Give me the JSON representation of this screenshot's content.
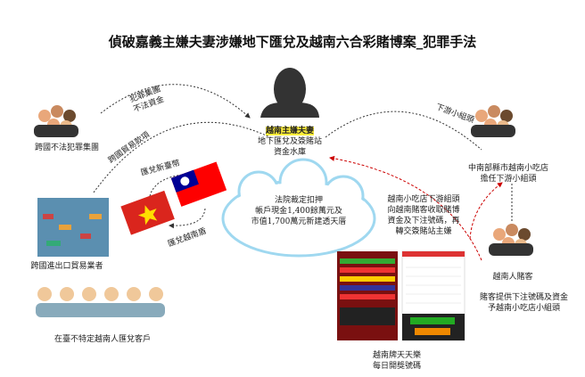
{
  "title": "偵破嘉義主嫌夫妻涉嫌地下匯兌及越南六合彩賭博案_犯罪手法",
  "center": {
    "line1": "越南主嫌夫妻",
    "line2": "地下匯兌及簽賭站",
    "line3": "資金水庫"
  },
  "cloud": {
    "line1": "法院裁定扣押",
    "line2": "帳戶現金1,400餘萬元及",
    "line3": "市值1,700萬元新建透天厝"
  },
  "groups": {
    "crime": "跨國不法犯罪集團",
    "trade": "跨國進出口貿易業者",
    "clients": "在臺不特定越南人匯兌客戶",
    "shop": {
      "line1": "中南部縣市越南小吃店",
      "line2": "擔任下游小組頭"
    },
    "gamblers": "越南人賭客",
    "lottery": {
      "line1": "越南牌天天樂",
      "line2": "每日開獎號碼"
    }
  },
  "arrows": {
    "crime_funds": {
      "line1": "犯罪集團",
      "line2": "不法資金"
    },
    "trade_funds": "跨國貿易款項",
    "remit_twd": "匯兌新臺幣",
    "remit_vnd": "匯兌越南盾",
    "downstream": "下游小組頭",
    "shop_flow": {
      "line1": "越南小吃店下游組頭",
      "line2": "向越南賭客收取賭博",
      "line3": "資金及下注號碼，再",
      "line4": "轉交簽賭站主嫌"
    },
    "gambler_flow": {
      "line1": "賭客提供下注號碼及資金",
      "line2": "予越南小吃店小組頭"
    }
  },
  "colors": {
    "red": "#da251d",
    "blue": "#000095",
    "cloud": "#9fd8f0",
    "highlight": "#ffef3a"
  }
}
